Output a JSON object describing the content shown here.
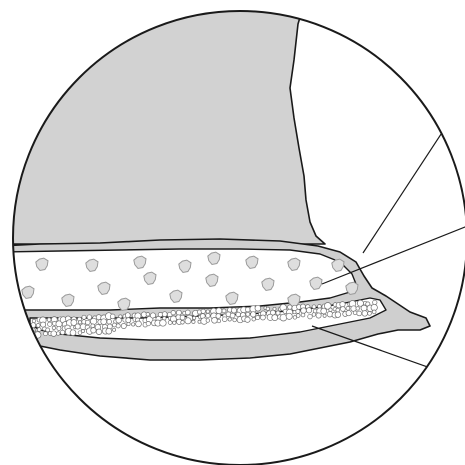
{
  "diagram": {
    "subject": "magnified-cross-section-of-layered-material",
    "colors": {
      "background": "#ffffff",
      "outline": "#1a1a1a",
      "upper_fill": "#d2d2d2",
      "shell_fill": "#cfcfcf",
      "foam_fill": "#ffffff",
      "pellet_fill": "#dedede",
      "pellet_stroke": "#9a9a9a",
      "bubble_fill": "#ffffff",
      "bubble_stroke": "#6f6f6f"
    },
    "callouts": [
      {
        "name": "outer-shell-callout"
      },
      {
        "name": "foam-layer-callout"
      },
      {
        "name": "bubble-layer-callout"
      }
    ]
  }
}
